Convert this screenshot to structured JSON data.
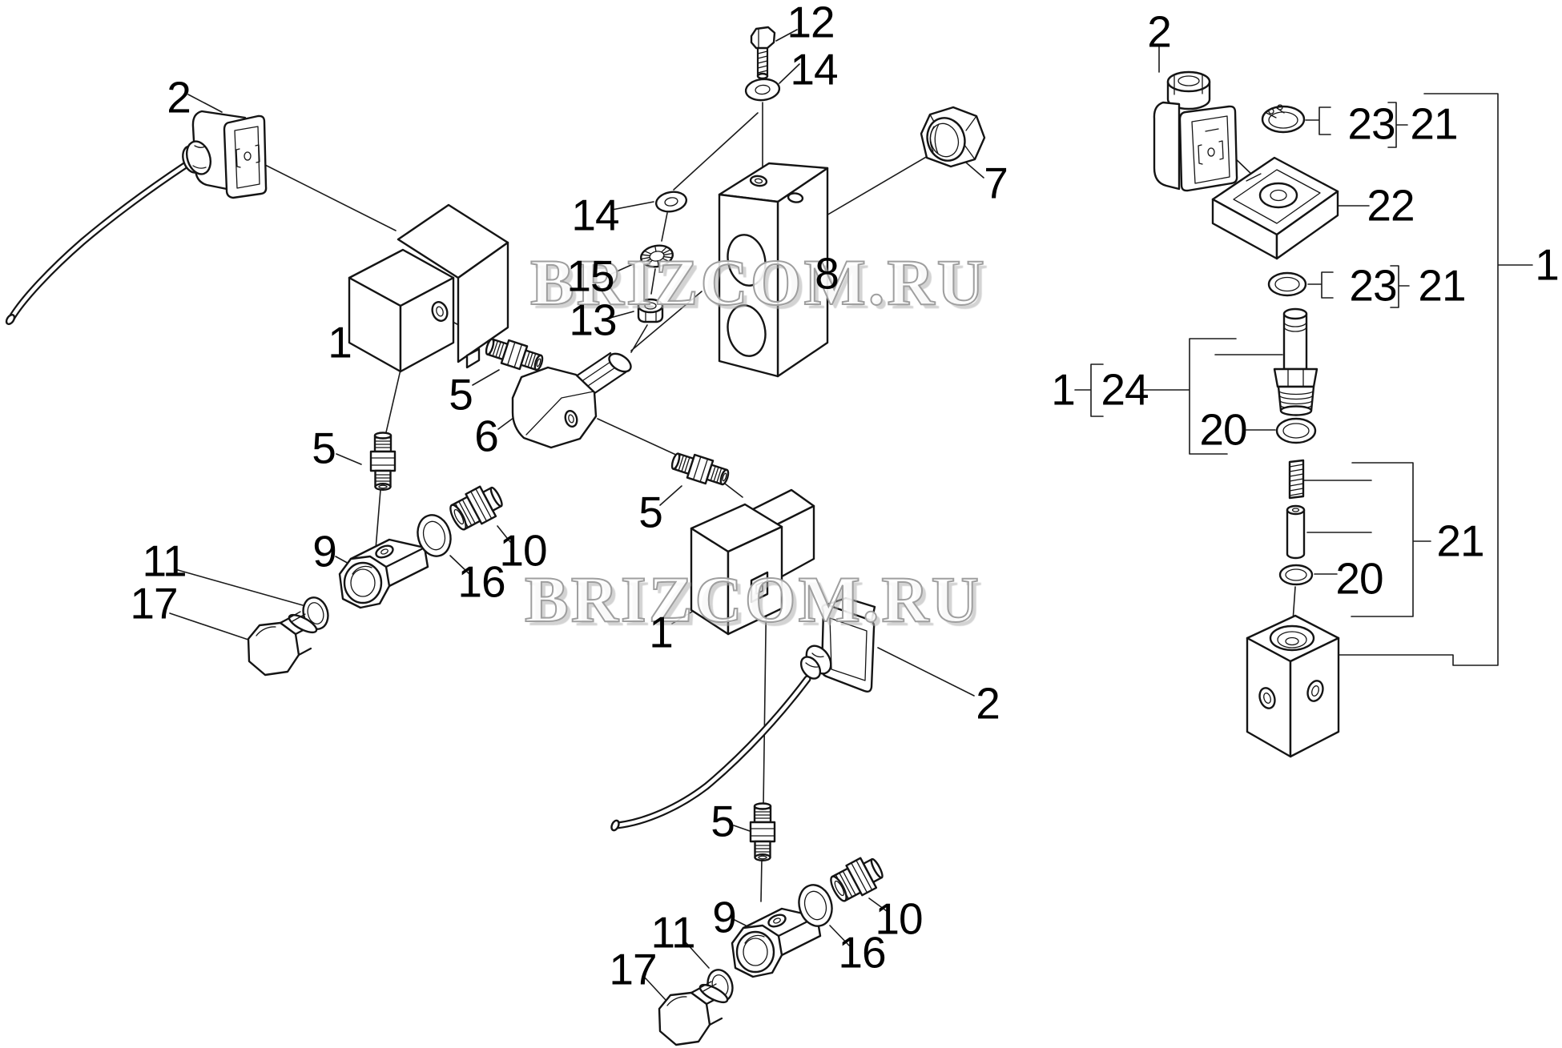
{
  "diagram": {
    "type": "exploded-parts-diagram",
    "line_color": "#141414",
    "background": "#ffffff",
    "callout_numbers_visible": [
      "1",
      "2",
      "5",
      "6",
      "7",
      "8",
      "9",
      "10",
      "11",
      "12",
      "13",
      "14",
      "15",
      "16",
      "17",
      "20",
      "21",
      "22",
      "23",
      "24"
    ]
  },
  "watermarks": [
    {
      "text": "BRIZCOM.RU"
    },
    {
      "text": "BRIZCOM.RU"
    }
  ],
  "labels": {
    "c2_left": {
      "text": "2"
    },
    "c1_left": {
      "text": "1"
    },
    "c5_a": {
      "text": "5"
    },
    "c5_b": {
      "text": "5"
    },
    "c6": {
      "text": "6"
    },
    "c12": {
      "text": "12"
    },
    "c14_top": {
      "text": "14"
    },
    "c14_mid": {
      "text": "14"
    },
    "c15": {
      "text": "15"
    },
    "c13": {
      "text": "13"
    },
    "c8": {
      "text": "8"
    },
    "c7": {
      "text": "7"
    },
    "c9_a": {
      "text": "9"
    },
    "c16_a": {
      "text": "16"
    },
    "c10_a": {
      "text": "10"
    },
    "c11_a": {
      "text": "11"
    },
    "c17_a": {
      "text": "17"
    },
    "c5_c": {
      "text": "5"
    },
    "c1_mid": {
      "text": "1"
    },
    "c2_mid": {
      "text": "2"
    },
    "c5_d": {
      "text": "5"
    },
    "c9_b": {
      "text": "9"
    },
    "c16_b": {
      "text": "16"
    },
    "c10_b": {
      "text": "10"
    },
    "c11_b": {
      "text": "11"
    },
    "c17_b": {
      "text": "17"
    },
    "c2_right": {
      "text": "2"
    },
    "c23_top": {
      "text": "23"
    },
    "c21_top": {
      "text": "21"
    },
    "c22": {
      "text": "22"
    },
    "c23_bot": {
      "text": "23"
    },
    "c21_bot": {
      "text": "21"
    },
    "c1_r24": {
      "text": "1"
    },
    "c24": {
      "text": "24"
    },
    "c20_top": {
      "text": "20"
    },
    "c20_bot": {
      "text": "20"
    },
    "c21_grp": {
      "text": "21"
    },
    "c1_right": {
      "text": "1"
    }
  }
}
